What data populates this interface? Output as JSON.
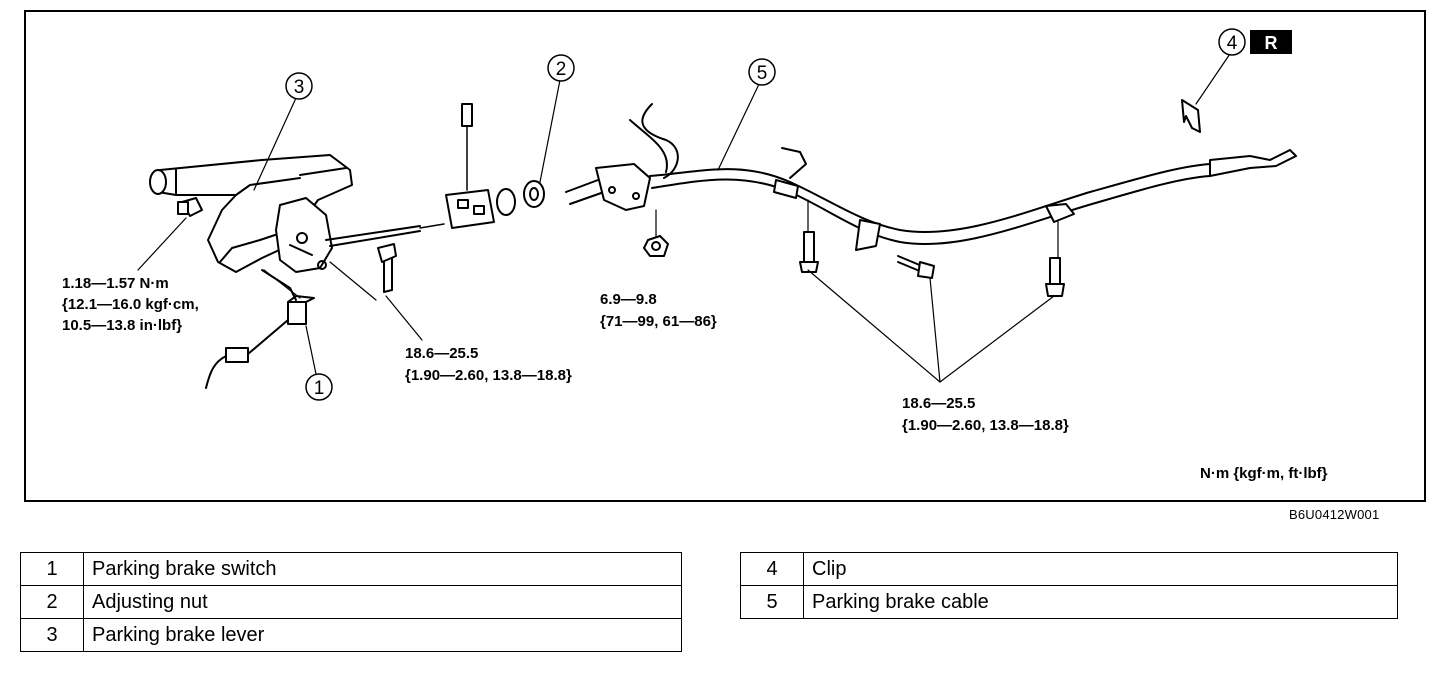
{
  "callouts": [
    "1",
    "2",
    "3",
    "4",
    "5"
  ],
  "view_badge": "R",
  "torque_specs": {
    "switch_screw": [
      "1.18—1.57 N·m",
      "{12.1—16.0 kgf·cm,",
      "10.5—13.8 in·lbf}"
    ],
    "lever_bolt": [
      "18.6—25.5",
      "{1.90—2.60, 13.8—18.8}"
    ],
    "equalizer_nut": [
      "6.9—9.8",
      "{71—99, 61—86}"
    ],
    "cable_bolts": [
      "18.6—25.5",
      "{1.90—2.60, 13.8—18.8}"
    ]
  },
  "units_note": "N·m {kgf·m, ft·lbf}",
  "figure_code": "B6U0412W001",
  "legend_left": [
    {
      "num": "1",
      "label": "Parking brake switch"
    },
    {
      "num": "2",
      "label": "Adjusting nut"
    },
    {
      "num": "3",
      "label": "Parking brake lever"
    }
  ],
  "legend_right": [
    {
      "num": "4",
      "label": "Clip"
    },
    {
      "num": "5",
      "label": "Parking brake cable"
    }
  ]
}
